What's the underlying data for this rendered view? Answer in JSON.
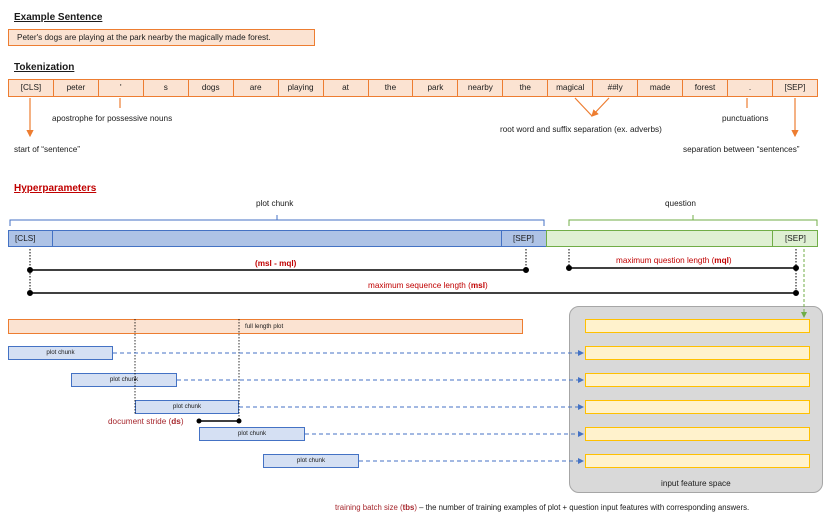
{
  "example": {
    "heading": "Example Sentence",
    "sentence": "Peter's dogs are playing at the park nearby the magically made forest."
  },
  "tokenization": {
    "heading": "Tokenization",
    "tokens": [
      "[CLS]",
      "peter",
      "'",
      "s",
      "dogs",
      "are",
      "playing",
      "at",
      "the",
      "park",
      "nearby",
      "the",
      "magical",
      "##ly",
      "made",
      "forest",
      ".",
      "[SEP]"
    ],
    "notes": {
      "start": "start of “sentence”",
      "apostrophe": "apostrophe for possessive nouns",
      "root": "root word and suffix separation (ex. adverbs)",
      "punct": "punctuations",
      "separation": "separation between “sentences”"
    }
  },
  "hyper": {
    "heading": "Hyperparameters",
    "plot_chunk_label": "plot chunk",
    "question_label": "question",
    "cls": "[CLS]",
    "sep1": "[SEP]",
    "sep2": "[SEP]",
    "msl_mql": "(msl - mql)",
    "mql_text": "maximum question length (",
    "mql_abbr": "mql",
    "mql_close": ")",
    "msl_text": "maximum sequence length (",
    "msl_abbr": "msl",
    "msl_close": ")"
  },
  "stride": {
    "full_plot": "full length plot",
    "chunks": [
      "plot chunk",
      "plot chunk",
      "plot chunk",
      "plot chunk",
      "plot chunk"
    ],
    "ds_text": "document stride (",
    "ds_abbr": "ds",
    "ds_close": ")",
    "feature_space": "input feature space"
  },
  "footer": {
    "tbs_text": "training batch size (",
    "tbs_abbr": "tbs",
    "tbs_close": ")",
    "desc": " – the number of training examples of plot + question input features with corresponding answers."
  },
  "colors": {
    "orange": "#ed7d31",
    "blue": "#4472c4",
    "green": "#70ad47",
    "dark_red": "#c00000",
    "yellow": "#ffc000"
  }
}
